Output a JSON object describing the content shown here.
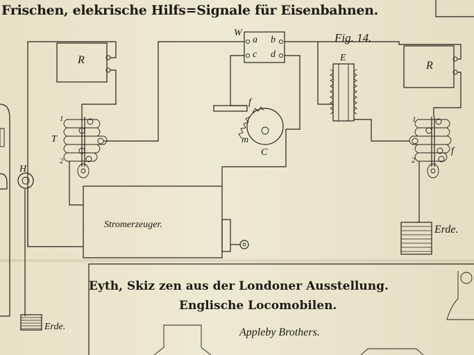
{
  "header": {
    "title": "Frischen, elekrische Hilfs=Signale für Eisenbahnen."
  },
  "figure": {
    "label": "Fig. 14."
  },
  "labels": {
    "relay_left": "R",
    "relay_right": "R",
    "switch_box": "W",
    "contact_a": "a",
    "contact_b": "b",
    "contact_c": "c",
    "contact_d": "d",
    "magnet": "E",
    "lever_f": "f",
    "wheel_m": "m",
    "wheel_c": "C",
    "key_t": "T",
    "key_h": "H",
    "contact_1_left": "1",
    "contact_2_left": "2",
    "contact_1_right": "1",
    "contact_2_right": "2",
    "contact_f_right": "f",
    "generator": "Stromerzeuger.",
    "earth_right": "Erde.",
    "earth_left": "Erde."
  },
  "footer": {
    "line1": "Eyth, Skiz zen aus der Londoner Ausstellung.",
    "line2": "Englische Locomobilen.",
    "line3": "Appleby Brothers."
  }
}
